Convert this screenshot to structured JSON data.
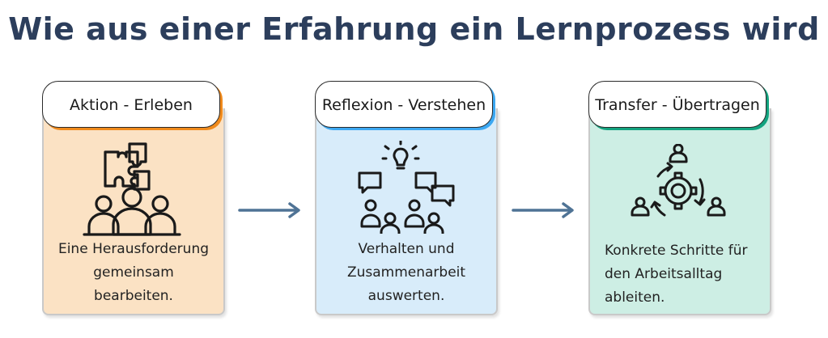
{
  "title": "Wie aus einer Erfahrung ein Lernprozess wird",
  "steps": [
    {
      "label": "Aktion - Erleben",
      "lines": [
        "Eine Herausforderung",
        "gemeinsam",
        "bearbeiten."
      ],
      "icon": "puzzle-team-icon",
      "accent": "#f08a1c",
      "fill": "#fbe2c4"
    },
    {
      "label": "Reflexion - Verstehen",
      "lines": [
        "Verhalten und",
        "Zusammenarbeit",
        "auswerten."
      ],
      "icon": "discussion-idea-icon",
      "accent": "#3ca8f2",
      "fill": "#d8ecfa"
    },
    {
      "label": "Transfer - Übertragen",
      "lines": [
        "Konkrete Schritte für",
        "den Arbeitsalltag",
        "ableiten."
      ],
      "icon": "process-cycle-icon",
      "accent": "#12a37f",
      "fill": "#cdeee4"
    }
  ],
  "arrow_color": "#4f7395"
}
